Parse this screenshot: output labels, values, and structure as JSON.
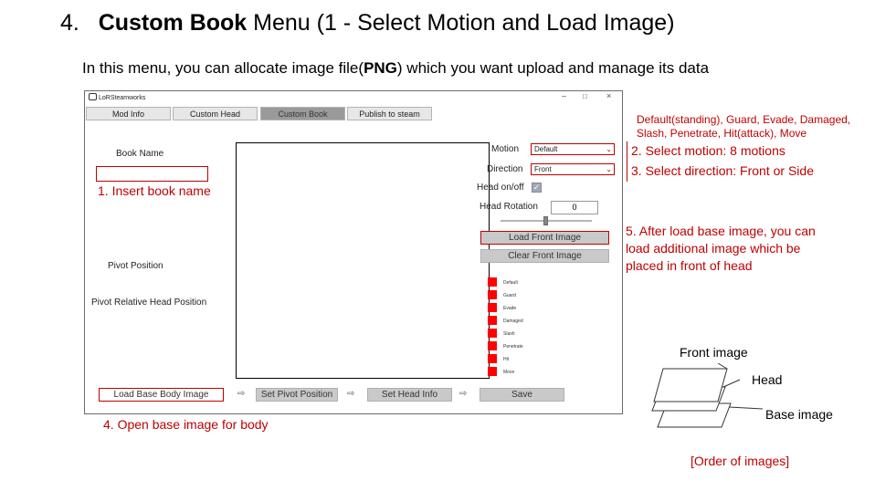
{
  "page": {
    "heading_num": "4.",
    "heading_bold": "Custom Book",
    "heading_rest": "Menu (1 - Select Motion and Load Image)",
    "subtitle_pre": "In this menu, you can allocate image file(",
    "subtitle_bold": "PNG",
    "subtitle_post": ") which you want upload and manage its data"
  },
  "window": {
    "title": "LoRSteamworks",
    "minimize": "–",
    "maximize": "□",
    "close": "×",
    "tabs": [
      {
        "label": "Mod Info"
      },
      {
        "label": "Custom Head"
      },
      {
        "label": "Custom Book",
        "active": true
      },
      {
        "label": "Publish to steam"
      }
    ],
    "book_name_label": "Book Name",
    "book_name_value": "",
    "pivot_position_label": "Pivot Position",
    "pivot_relative_label": "Pivot Relative Head Position",
    "motion_label": "Motion",
    "motion_value": "Default",
    "direction_label": "Direction",
    "direction_value": "Front",
    "head_onoff_label": "Head on/off",
    "head_onoff_checked": true,
    "head_rotation_label": "Head Rotation",
    "head_rotation_value": "0",
    "load_front_label": "Load Front Image",
    "clear_front_label": "Clear Front Image",
    "motions": [
      "Default",
      "Guard",
      "Evade",
      "Damaged",
      "Slash",
      "Penetrate",
      "Hit",
      "Move"
    ],
    "motion_color": "#ff0000",
    "load_base_label": "Load Base Body Image",
    "set_pivot_label": "Set Pivot Position",
    "set_head_label": "Set Head Info",
    "save_label": "Save",
    "arrow_glyph": "⇨"
  },
  "annotations": {
    "a1": "1.  Insert book name",
    "motions_list": "Default(standing), Guard, Evade, Damaged,",
    "motions_list2": "Slash, Penetrate, Hit(attack), Move",
    "a2": "2.  Select motion: 8 motions",
    "a3": "3.  Select direction: Front or Side",
    "a4": "4.  Open base image for body",
    "a5_line1": "5.  After load base image, you can",
    "a5_line2": "load additional image which be",
    "a5_line3": "placed in front of head",
    "accent_color": "#c00000"
  },
  "diagram": {
    "front_label": "Front image",
    "head_label": "Head",
    "base_label": "Base image",
    "caption": "[Order of images]"
  }
}
